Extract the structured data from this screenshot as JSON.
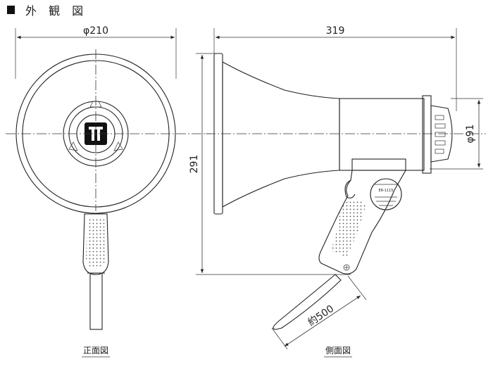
{
  "header": {
    "title": "外 観 図"
  },
  "front_view": {
    "label": "正面図",
    "dim_diameter": "φ210"
  },
  "side_view": {
    "label": "側面図",
    "dim_length": "319",
    "dim_height": "291",
    "dim_rear_diameter": "φ91",
    "dim_cord": "約500",
    "model_text": "ER-1115"
  }
}
